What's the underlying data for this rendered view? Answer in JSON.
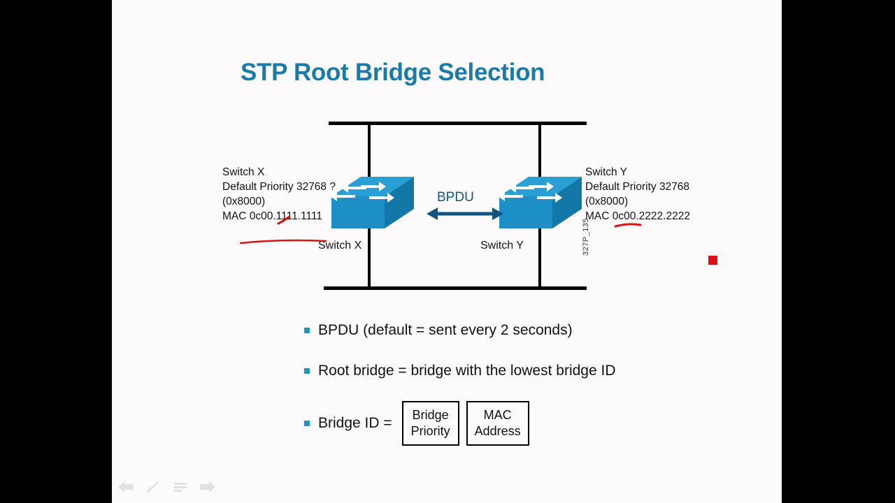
{
  "slide": {
    "title": "STP Root Bridge Selection",
    "title_color": "#1b7aa8",
    "background_color": "#fdfafb",
    "letterbox_color": "#000000",
    "doc_code": "327P_135"
  },
  "diagram": {
    "bpdu_label": "BPDU",
    "bpdu_arrow_color": "#13557f",
    "switch_body_color": "#2a9fd6",
    "left_switch": {
      "caption": "Switch X",
      "info_lines": [
        "Switch X",
        "Default Priority 32768 ?",
        "(0x8000)",
        "MAC 0c00.1111.1111"
      ]
    },
    "right_switch": {
      "caption": "Switch Y",
      "info_lines": [
        "Switch Y",
        "Default Priority 32768",
        "(0x8000)",
        "MAC 0c00.2222.2222"
      ]
    },
    "annotations": {
      "ink_color": "#dd1111",
      "marker_label": "red-square-marker"
    }
  },
  "bullets": [
    {
      "text": "BPDU (default = sent every 2 seconds)"
    },
    {
      "text": "Root bridge = bridge with the lowest bridge ID"
    },
    {
      "text": "Bridge ID ="
    }
  ],
  "bridge_id_boxes": [
    {
      "line1": "Bridge",
      "line2": "Priority"
    },
    {
      "line1": "MAC",
      "line2": "Address"
    }
  ],
  "toolbar": {
    "icons": [
      {
        "name": "back-arrow-icon"
      },
      {
        "name": "pen-icon"
      },
      {
        "name": "list-icon"
      },
      {
        "name": "forward-arrow-icon"
      }
    ]
  }
}
